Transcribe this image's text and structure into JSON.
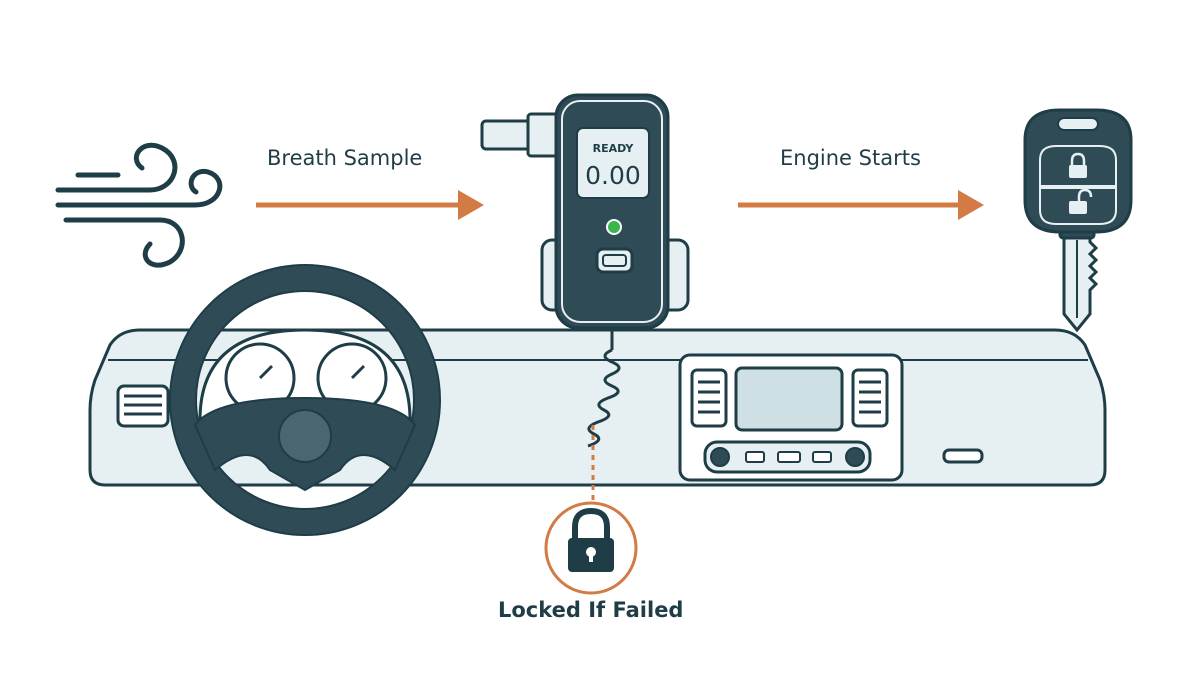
{
  "labels": {
    "breath_sample": "Breath Sample",
    "engine_starts": "Engine Starts",
    "locked_if_failed": "Locked If Failed"
  },
  "device": {
    "status": "READY",
    "reading": "0.00"
  },
  "colors": {
    "outline": "#1f3d46",
    "dark_fill": "#2f4b55",
    "light_fill": "#e6f0f2",
    "accent_arrow": "#d27b45",
    "led": "#3ab54a"
  },
  "icons": [
    "wind-icon",
    "breathalyzer-device",
    "car-key-icon",
    "padlock-icon",
    "dashboard",
    "steering-wheel"
  ]
}
